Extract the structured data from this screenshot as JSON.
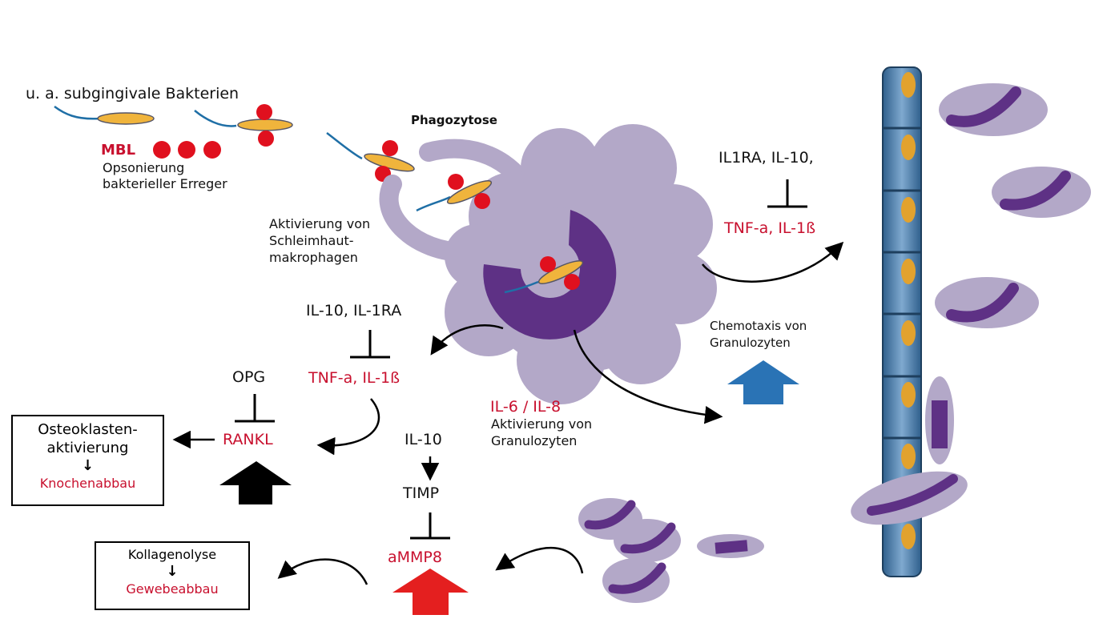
{
  "labels": {
    "bacteria": "u. a. subgingivale Bakterien",
    "mbl": "MBL",
    "opsonization": [
      "Opsonierung",
      "bakterieller Erreger"
    ],
    "phagocytosis": "Phagozytose",
    "macrophage_activation": [
      "Aktivierung von",
      "Schleimhaut-",
      "makrophagen"
    ],
    "il1ra_il10_right": "IL1RA, IL-10,",
    "tnf_il1_right": "TNF-a, IL-1ß",
    "chemotaxis": [
      "Chemotaxis von",
      "Granulozyten"
    ],
    "il10_il1ra_left": "IL-10, IL-1RA",
    "tnf_il1_left": "TNF-a, IL-1ß",
    "opg": "OPG",
    "rankl": "RANKL",
    "il6_il8": "IL-6 / IL-8",
    "granulocyte_activation": [
      "Aktivierung von",
      "Granulozyten"
    ],
    "il10_lower": "IL-10",
    "timp": "TIMP",
    "ammp8": "aMMP8"
  },
  "boxes": {
    "osteoclast": {
      "line1": "Osteoklasten-",
      "line2": "aktivierung",
      "arrow": "↓",
      "result": "Knochenabbau"
    },
    "collagen": {
      "line1": "Kollagenolyse",
      "arrow": "↓",
      "result": "Gewebeabbau"
    }
  },
  "colors": {
    "red_text": "#c8102e",
    "macrophage": "#b3a8c8",
    "nucleus": "#5e3185",
    "bacterium": "#f0b43c",
    "opsonin": "#e0101e",
    "vessel": "#4d7fad",
    "blue_arrow": "#2a73b5",
    "red_arrow": "#e41f1f",
    "black_arrow": "#000000"
  },
  "icons": [
    "bacterium-icon",
    "opsonin-dot-icon",
    "macrophage-icon",
    "granulocyte-icon",
    "blood-vessel-icon",
    "block-arrow-icon",
    "inhibition-tbar-icon"
  ]
}
